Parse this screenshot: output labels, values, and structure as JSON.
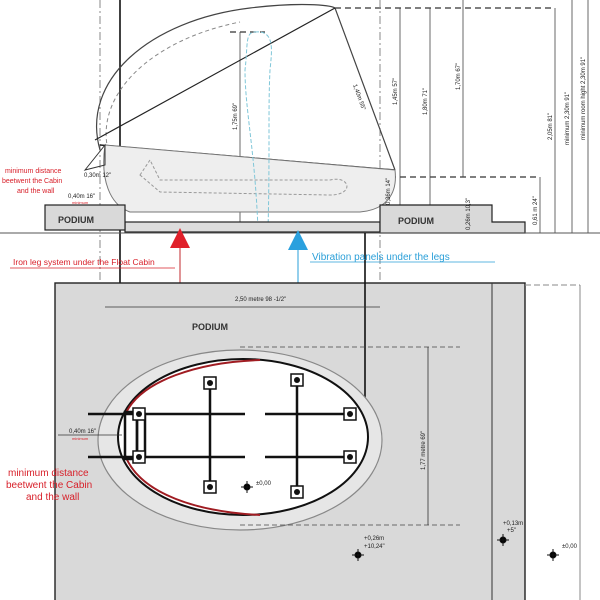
{
  "labels": {
    "podium": "PODIUM",
    "iron_leg": "Iron leg system under the Float Cabin",
    "vibration": "Vibration panels under the legs",
    "min_dist_small_1": "minimum distance",
    "min_dist_small_2": "beetwent the Cabin",
    "min_dist_small_3": "and the wall",
    "min_dist_large_1": "minimum distance",
    "min_dist_large_2": "beetwent the Cabin",
    "min_dist_large_3": "and the wall",
    "minimum": "minimum"
  },
  "dimensions": {
    "d030": "0,30m  12\"",
    "d040_top": "0,40m  16\"",
    "d040_bottom": "0,40m  16\"",
    "width_250": "2,50 metre 98 -1/2\"",
    "length_177": "1,77 metre  69\"",
    "h175": "1,75m  69\"",
    "diag140": "1,40m  55\"",
    "h145": "1,45m  57\"",
    "h180": "1,80m  71\"",
    "h170": "1,70m  67\"",
    "h205": "2,05m  81\"",
    "min230": "minimum  2,30m  91\"",
    "room230": "minimum room hight  2,30m  91\"",
    "h036": "0,36m  14\"",
    "h026": "0,26m 10,3\"",
    "h061": "0,61 m  24\""
  },
  "levels": {
    "zero_1": "±0,00",
    "plus026_a": "+0,26m",
    "plus026_b": "+10,24\"",
    "plus013_a": "+0,13m",
    "plus013_b": "+5\"",
    "zero_2": "±0,00"
  },
  "colors": {
    "red": "#d8202a",
    "blue": "#2a9fd8",
    "podium": "#d9d9d9"
  }
}
